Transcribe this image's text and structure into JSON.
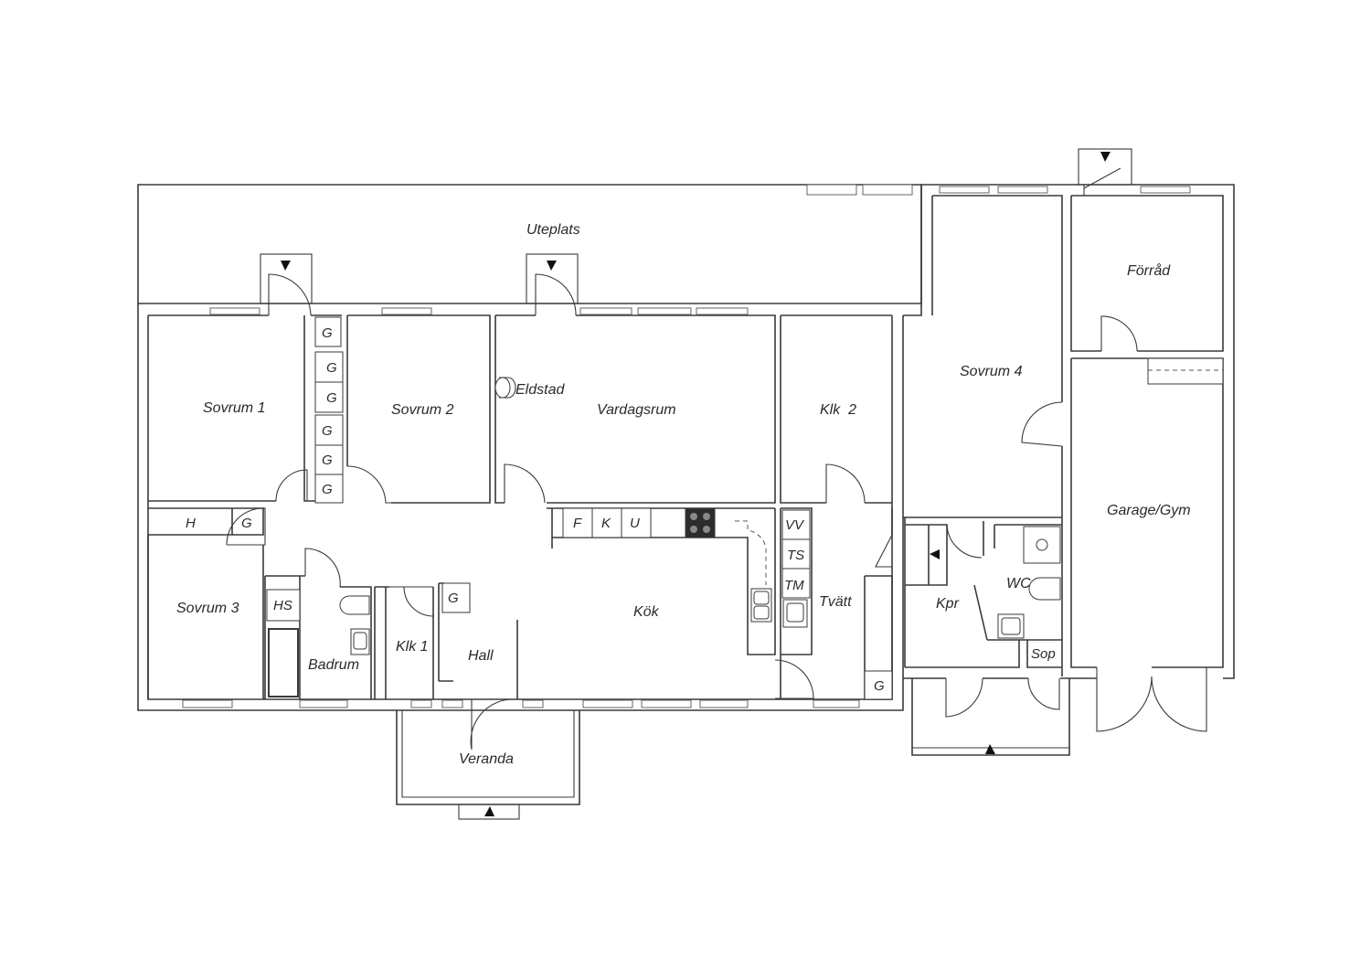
{
  "rooms": {
    "uteplats": "Uteplats",
    "sovrum1": "Sovrum 1",
    "sovrum2": "Sovrum 2",
    "sovrum3": "Sovrum 3",
    "sovrum4": "Sovrum 4",
    "eldstad": "Eldstad",
    "vardagsrum": "Vardagsrum",
    "klk2": "Klk  2",
    "klk1": "Klk 1",
    "forrad": "Förråd",
    "garage": "Garage/Gym",
    "kok": "Kök",
    "tvatt": "Tvätt",
    "kpr": "Kpr",
    "wc": "WC",
    "sop": "Sop",
    "hall": "Hall",
    "badrum": "Badrum",
    "veranda": "Veranda"
  },
  "fixtures": {
    "g": "G",
    "h": "H",
    "hs": "HS",
    "f": "F",
    "k": "K",
    "u": "U",
    "vv": "VV",
    "ts": "TS",
    "tm": "TM"
  }
}
